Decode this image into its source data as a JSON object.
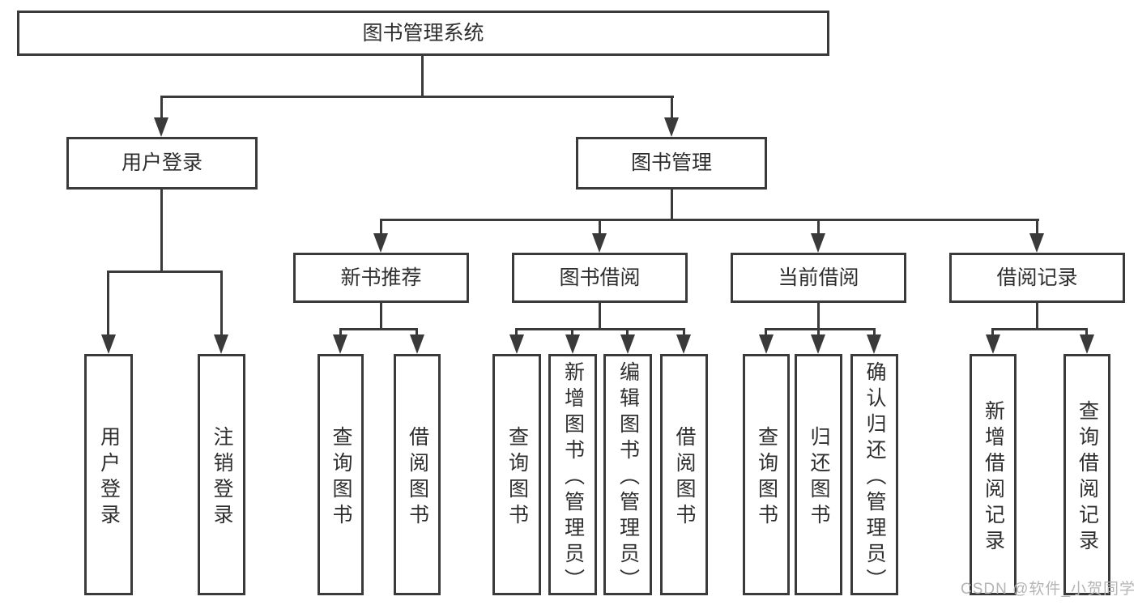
{
  "colors": {
    "line": "#3a3a3a",
    "text": "#2e2e2e",
    "watermark": "#b5b5b5",
    "bg": "#ffffff"
  },
  "watermark": {
    "text": "CSDN @软件_小贺同学"
  },
  "tree": {
    "root": {
      "label": "图书管理系统"
    },
    "branches": [
      {
        "label": "用户登录",
        "children": [
          {
            "label": "用户登录"
          },
          {
            "label": "注销登录"
          }
        ]
      },
      {
        "label": "图书管理",
        "children": [
          {
            "label": "新书推荐",
            "children": [
              {
                "label": "查询图书"
              },
              {
                "label": "借阅图书"
              }
            ]
          },
          {
            "label": "图书借阅",
            "children": [
              {
                "label": "查询图书"
              },
              {
                "label": "新增图书（管理员）"
              },
              {
                "label": "编辑图书（管理员）"
              },
              {
                "label": "借阅图书"
              }
            ]
          },
          {
            "label": "当前借阅",
            "children": [
              {
                "label": "查询图书"
              },
              {
                "label": "归还图书"
              },
              {
                "label": "确认归还（管理员）"
              }
            ]
          },
          {
            "label": "借阅记录",
            "children": [
              {
                "label": "新增借阅记录"
              },
              {
                "label": "查询借阅记录"
              }
            ]
          }
        ]
      }
    ]
  }
}
